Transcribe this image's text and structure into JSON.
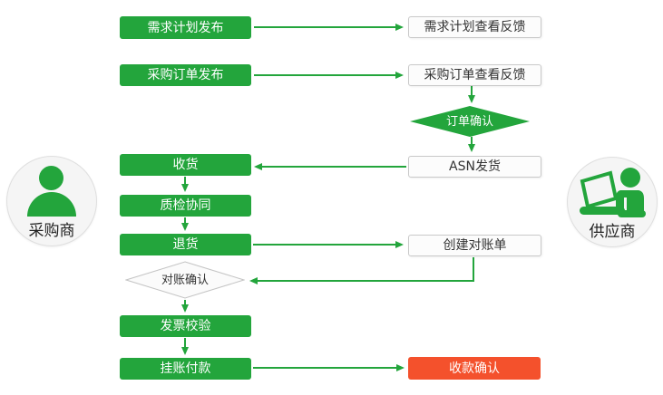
{
  "palette": {
    "green": "#23A53C",
    "red": "#F4512C",
    "box_border": "#C9C9C9",
    "circle_fill": "#F5F5F5"
  },
  "actors": {
    "buyer": {
      "label": "采购商",
      "icon": "person-icon"
    },
    "supplier": {
      "label": "供应商",
      "icon": "person-laptop-icon"
    }
  },
  "nodes": {
    "demand_plan_publish": "需求计划发布",
    "demand_plan_feedback": "需求计划查看反馈",
    "po_publish": "采购订单发布",
    "po_feedback": "采购订单查看反馈",
    "order_confirm": "订单确认",
    "receive_goods": "收货",
    "asn_ship": "ASN发货",
    "quality_check": "质检协同",
    "return_goods": "退货",
    "create_statement": "创建对账单",
    "statement_confirm": "对账确认",
    "invoice_verify": "发票校验",
    "payment_on_account": "挂账付款",
    "receipt_confirm": "收款确认"
  }
}
